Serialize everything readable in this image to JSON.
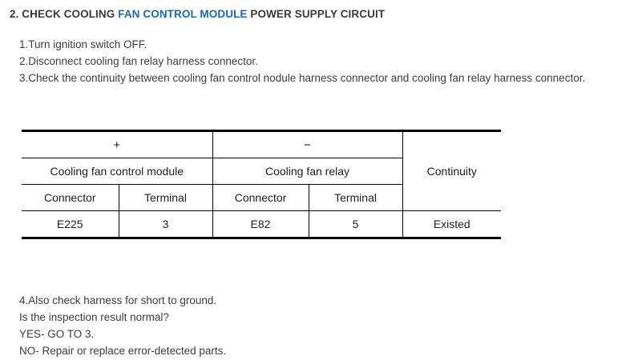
{
  "title": {
    "prefix": "2. CHECK COOLING ",
    "highlight": "FAN CONTROL MODULE",
    "suffix": " POWER SUPPLY CIRCUIT",
    "highlight_color": "#1668c4"
  },
  "steps_top": [
    "1.Turn ignition switch OFF.",
    "2.Disconnect cooling fan relay harness connector.",
    "3.Check the continuity between cooling fan control nodule harness connector and cooling fan relay harness connector."
  ],
  "table": {
    "sign_row": {
      "positive": "+",
      "negative": "−"
    },
    "group_row": {
      "positive_group": "Cooling fan control module",
      "negative_group": "Cooling fan relay",
      "result_header": "Continuity"
    },
    "sub_headers": {
      "positive_connector": "Connector",
      "positive_terminal": "Terminal",
      "negative_connector": "Connector",
      "negative_terminal": "Terminal"
    },
    "data_row": {
      "positive_connector": "E225",
      "positive_terminal": "3",
      "negative_connector": "E82",
      "negative_terminal": "5",
      "continuity": "Existed"
    }
  },
  "steps_bottom": [
    "4.Also check harness for short to ground.",
    "Is the inspection result normal?",
    "YES- GO TO 3.",
    "NO- Repair or replace error-detected parts."
  ]
}
